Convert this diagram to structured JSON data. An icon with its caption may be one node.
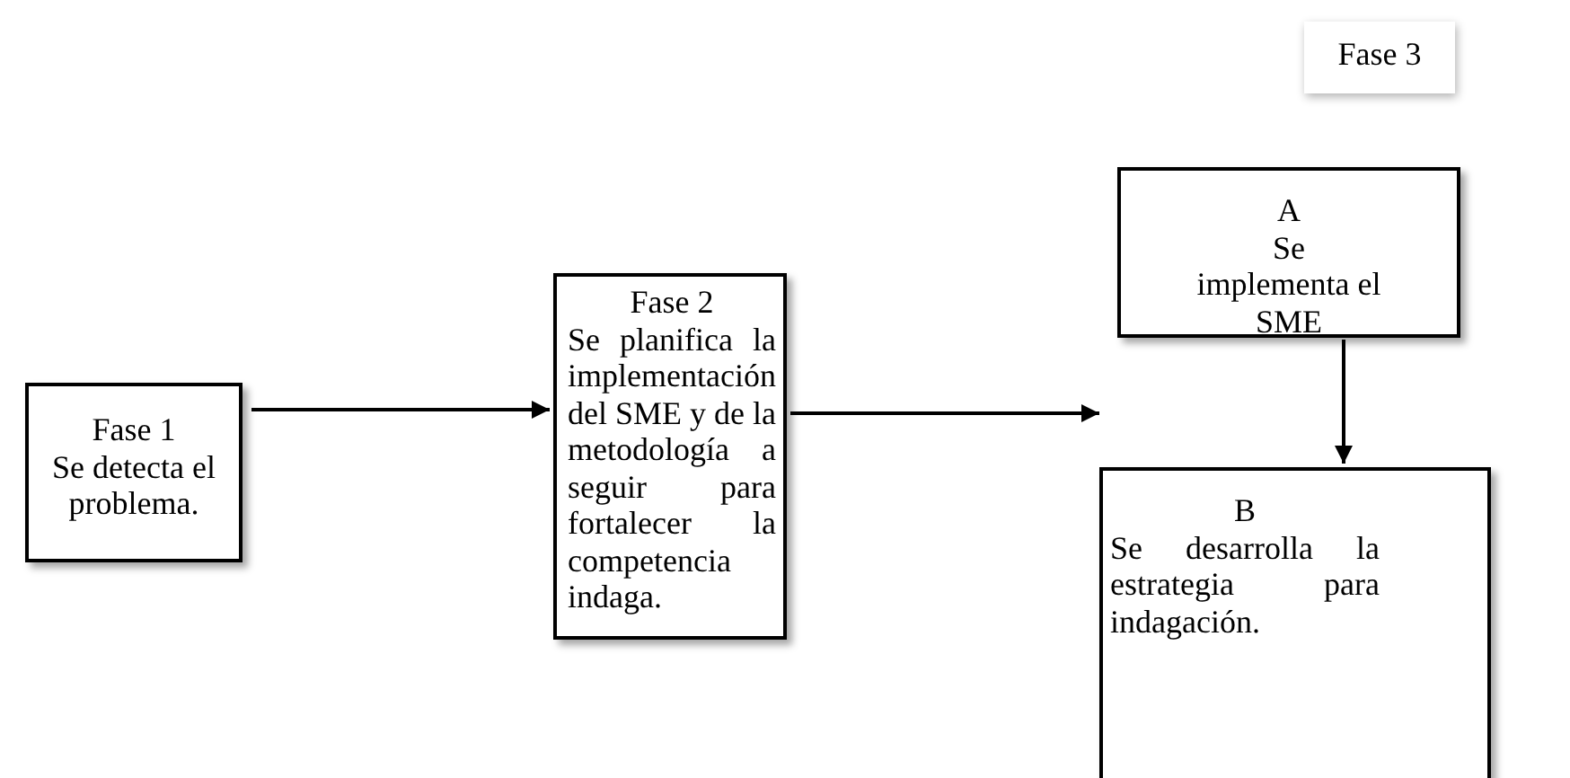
{
  "diagram": {
    "nodes": [
      {
        "text": [
          "Fase 1",
          "Se detecta el problema."
        ]
      },
      {
        "text": [
          "Fase 2",
          "Se planifica la implementación del SME y de la metodología a seguir para fortalecer la competencia indaga."
        ]
      },
      {
        "text": [
          "Fase 3"
        ]
      },
      {
        "text": [
          "A",
          "Se implementa el SME"
        ]
      },
      {
        "text": [
          "B",
          "Se desarrolla la estrategia para indagación."
        ]
      }
    ],
    "edges": [
      {
        "from": 0,
        "to": 1,
        "arrow": "to"
      },
      {
        "from": 1,
        "to": null,
        "arrow": "to"
      },
      {
        "from": 3,
        "to": 4,
        "arrow": "to"
      }
    ]
  }
}
